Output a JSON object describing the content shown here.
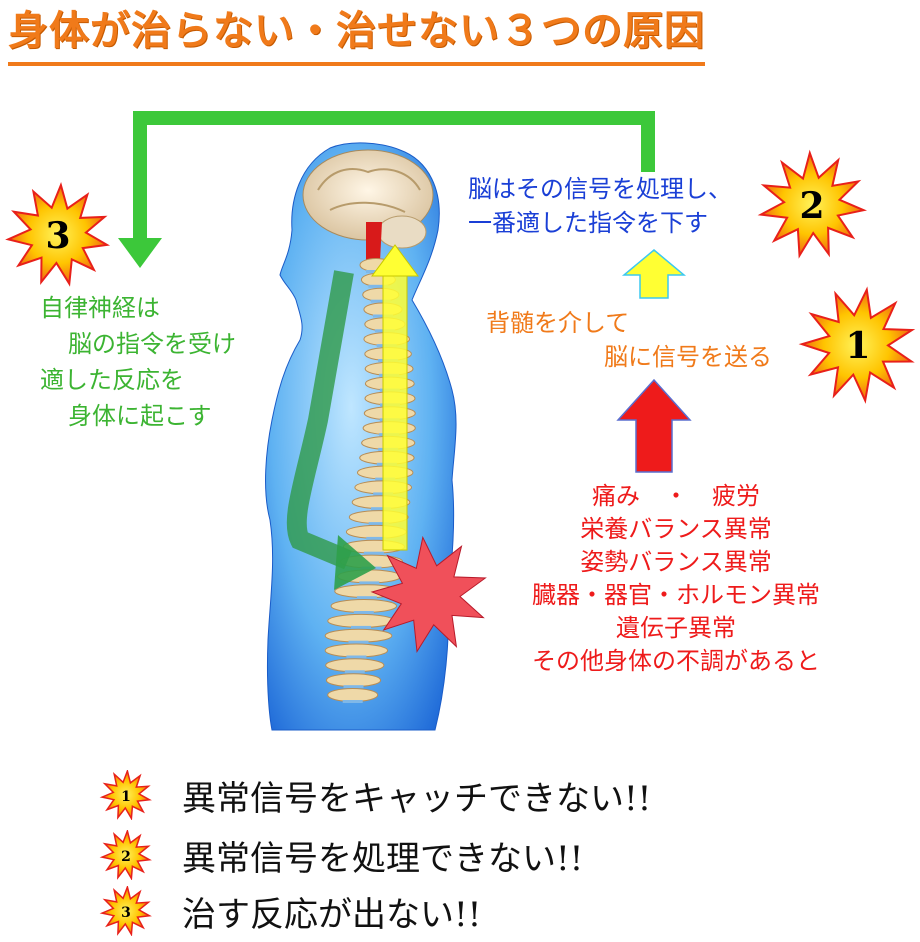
{
  "title": "身体が治らない・治せない３つの原因",
  "diagram": {
    "brain_text": [
      "脳はその信号を処理し、",
      "一番適した指令を下す"
    ],
    "spinal_text": [
      "背髄を介して",
      "脳に信号を送る"
    ],
    "autonomic_text": [
      "自律神経は",
      "脳の指令を受け",
      "適した反応を",
      "身体に起こす"
    ],
    "abnormal_text": [
      "痛み　・　疲労",
      "栄養バランス異常",
      "姿勢バランス異常",
      "臓器・器官・ホルモン異常",
      "遺伝子異常",
      "その他身体の不調があると"
    ],
    "burst_labels": [
      "1",
      "2",
      "3"
    ]
  },
  "causes": [
    {
      "num": "1",
      "text": "異常信号をキャッチできない!!"
    },
    {
      "num": "2",
      "text": "異常信号を処理できない!!"
    },
    {
      "num": "3",
      "text": "治す反応が出ない!!"
    }
  ],
  "colors": {
    "title": "#f07a1a",
    "green": "#3cb432",
    "blue_text": "#1a3fd6",
    "red": "#ee1b1b",
    "yellow": "#ffff33",
    "burst_fill": "#ffd400",
    "burst_edge": "#e8201a"
  }
}
